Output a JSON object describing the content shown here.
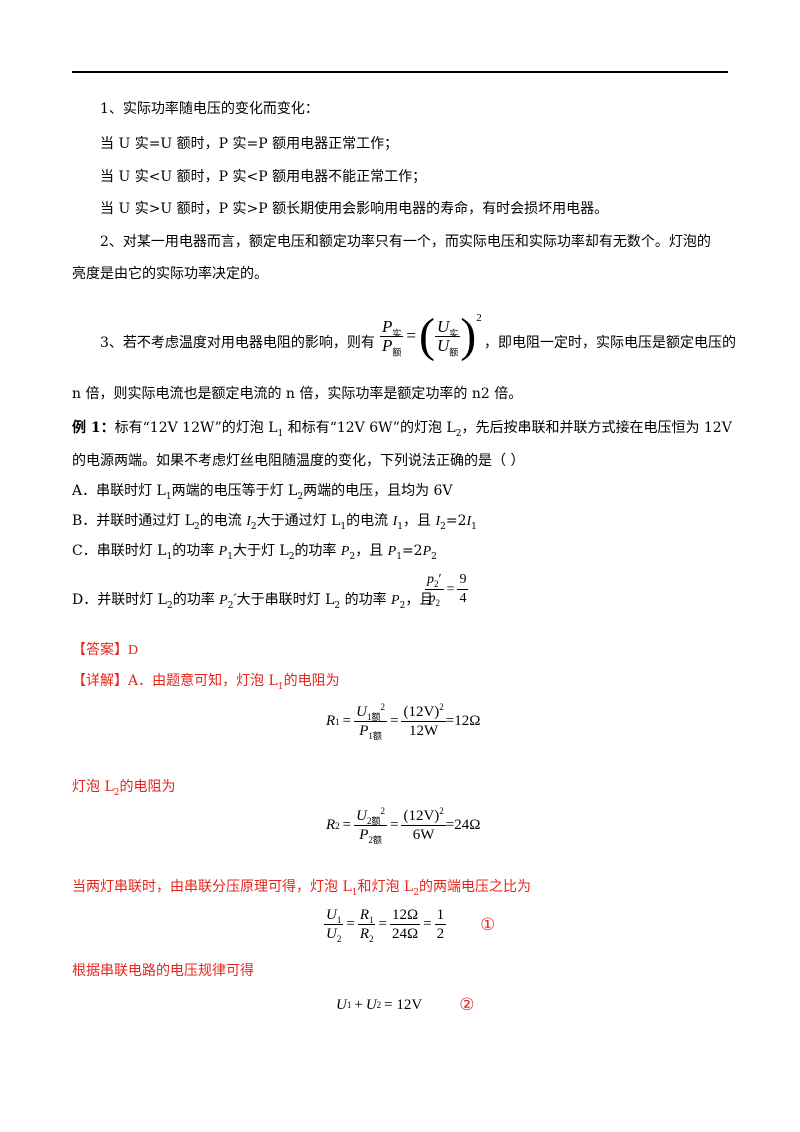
{
  "p1": {
    "title": "1、实际功率随电压的变化而变化：",
    "l1": "当 U 实=U 额时，P 实=P 额用电器正常工作；",
    "l2": "当 U 实<U 额时，P 实<P 额用电器不能正常工作；",
    "l3": "当 U 实>U 额时，P 实>P 额长期使用会影响用电器的寿命，有时会损坏用电器。"
  },
  "p2": {
    "line1": "2、对某一用电器而言，额定电压和额定功率只有一个，而实际电压和实际功率却有无数个。灯泡的",
    "line2": "亮度是由它的实际功率决定的。"
  },
  "p3": {
    "before": "3、若不考虑温度对用电器电阻的影响，则有",
    "P": "P",
    "U": "U",
    "sub_shi": "实",
    "sub_e": "额",
    "eq": "=",
    "exp": "2",
    "after": "，即电阻一定时，实际电压是额定电压的",
    "line2": "n 倍，则实际电流也是额定电流的 n 倍，实际功率是额定功率的 n2 倍。"
  },
  "ex": {
    "label": "例 1：",
    "q1": "标有“12V 12W”的灯泡 L",
    "q1_s1": "1",
    "q1b": " 和标有“12V 6W”的灯泡 L",
    "q1_s2": "2",
    "q1c": "，先后按串联和并联方式接在电压恒为 12V",
    "q2": "的电源两端。如果不考虑灯丝电阻随温度的变化，下列说法正确的是（        ）"
  },
  "opts": {
    "a": "A．串联时灯 L",
    "a_s1": "1",
    "a2": "两端的电压等于灯 L",
    "a_s2": "2",
    "a3": "两端的电压，且均为 6V",
    "b": "B．并联时通过灯 L",
    "b_s1": "2",
    "b2": "的电流 ",
    "b_I": "I",
    "b_s2": "2",
    "b3": "大于通过灯 L",
    "b_s3": "1",
    "b4": "的电流 ",
    "b_s4": "1",
    "b5": "，且 ",
    "b6": "=2",
    "c": "C．串联时灯 L",
    "c_s1": "1",
    "c2": "的功率 ",
    "c_P": "P",
    "c_s2": "1",
    "c3": "大于灯 L",
    "c_s3": "2",
    "c4": "的功率 ",
    "c_s4": "2",
    "c5": "，且 ",
    "c6": "=2",
    "d": "D．并联时灯 L",
    "d_s1": "2",
    "d2": "的功率 ",
    "d_s2": "2",
    "d3": "′大于串联时灯 L",
    "d_s3": "2",
    "d4": " 的功率 ",
    "d5": "，且",
    "d_num": "9",
    "d_den": "4",
    "d_p": "p"
  },
  "answer": {
    "label": "【答案】",
    "value": "D"
  },
  "detail": {
    "label": "【详解】",
    "a_text": "A．由题意可知，灯泡  L",
    "a_s": "1",
    "a_text2": "的电阻为",
    "l2_text": "灯泡  L",
    "l2_s": "2",
    "l2_text2": "的电阻为",
    "series_text": "当两灯串联时，由串联分压原理可得，灯泡  L",
    "series_s1": "1",
    "series_text2": "和灯泡  L",
    "series_s2": "2",
    "series_text3": "的两端电压之比为",
    "law_text": "根据串联电路的电压规律可得"
  },
  "eqs": {
    "R": "R",
    "U": "U",
    "P": "P",
    "s1": "1",
    "s2": "2",
    "sq": "2",
    "sub1e": "1额",
    "sub2e": "2额",
    "v12": "(12V)",
    "w12": "12W",
    "w6": "6W",
    "res1": "=12Ω",
    "res2": "=24Ω",
    "eq": "=",
    "o12": "12Ω",
    "o24": "24Ω",
    "one": "1",
    "two": "2",
    "plus": "+",
    "rhs": "= 12V",
    "c1": "①",
    "c2": "②"
  }
}
